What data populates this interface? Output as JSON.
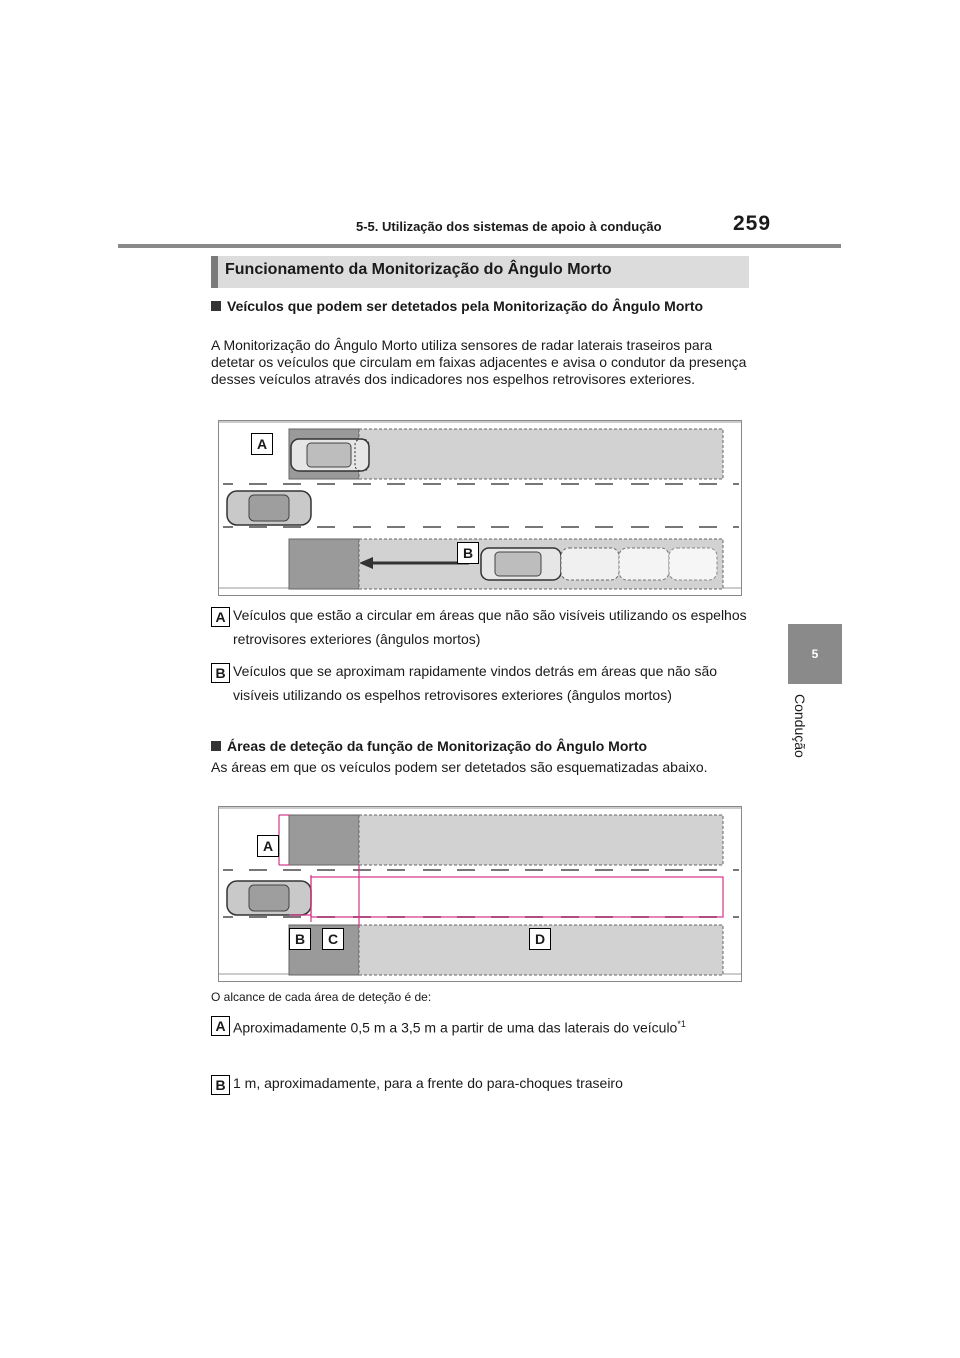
{
  "header": {
    "section": "5-5. Utilização dos sistemas de apoio à condução",
    "page_number": "259"
  },
  "side_tab": {
    "chapter_number": "5",
    "chapter_name": "Condução"
  },
  "section_title": "Funcionamento da Monitorização do Ângulo Morto",
  "block1": {
    "heading": "Veículos que podem ser detetados pela Monitorização do Ângulo Morto",
    "body": "A Monitorização do Ângulo Morto utiliza sensores de radar laterais traseiros para detetar os veículos que circulam em faixas adjacentes e avisa o condutor da presença desses veículos através dos indicadores nos espelhos retrovisores exteriores.",
    "figure_labels": [
      "A",
      "B"
    ],
    "items": [
      {
        "key": "A",
        "text": "Veículos que estão a circular em áreas que não são visíveis utilizando os espelhos retrovisores exteriores (ângulos mortos)"
      },
      {
        "key": "B",
        "text": "Veículos que se aproximam rapidamente vindos detrás em áreas que não são visíveis utilizando os espelhos retrovisores exteriores (ângulos mortos)"
      }
    ]
  },
  "block2": {
    "heading": "Áreas de deteção da função de Monitorização do Ângulo Morto",
    "body": "As áreas em que os veículos podem ser detetados são esquematizadas abaixo.",
    "figure_labels": [
      "A",
      "B",
      "C",
      "D"
    ],
    "caption": "O alcance de cada área de deteção é de:",
    "items": [
      {
        "key": "A",
        "text": "Aproximadamente 0,5 m a 3,5 m a partir de uma das laterais do veículo",
        "sup": "*1"
      },
      {
        "key": "B",
        "text": "1 m, aproximadamente, para a frente do para-choques traseiro"
      }
    ]
  },
  "colors": {
    "zone_light": "#d2d2d2",
    "zone_dark": "#9a9a9a",
    "range_lines": "#d6338a",
    "rule": "#8a8a8a"
  }
}
